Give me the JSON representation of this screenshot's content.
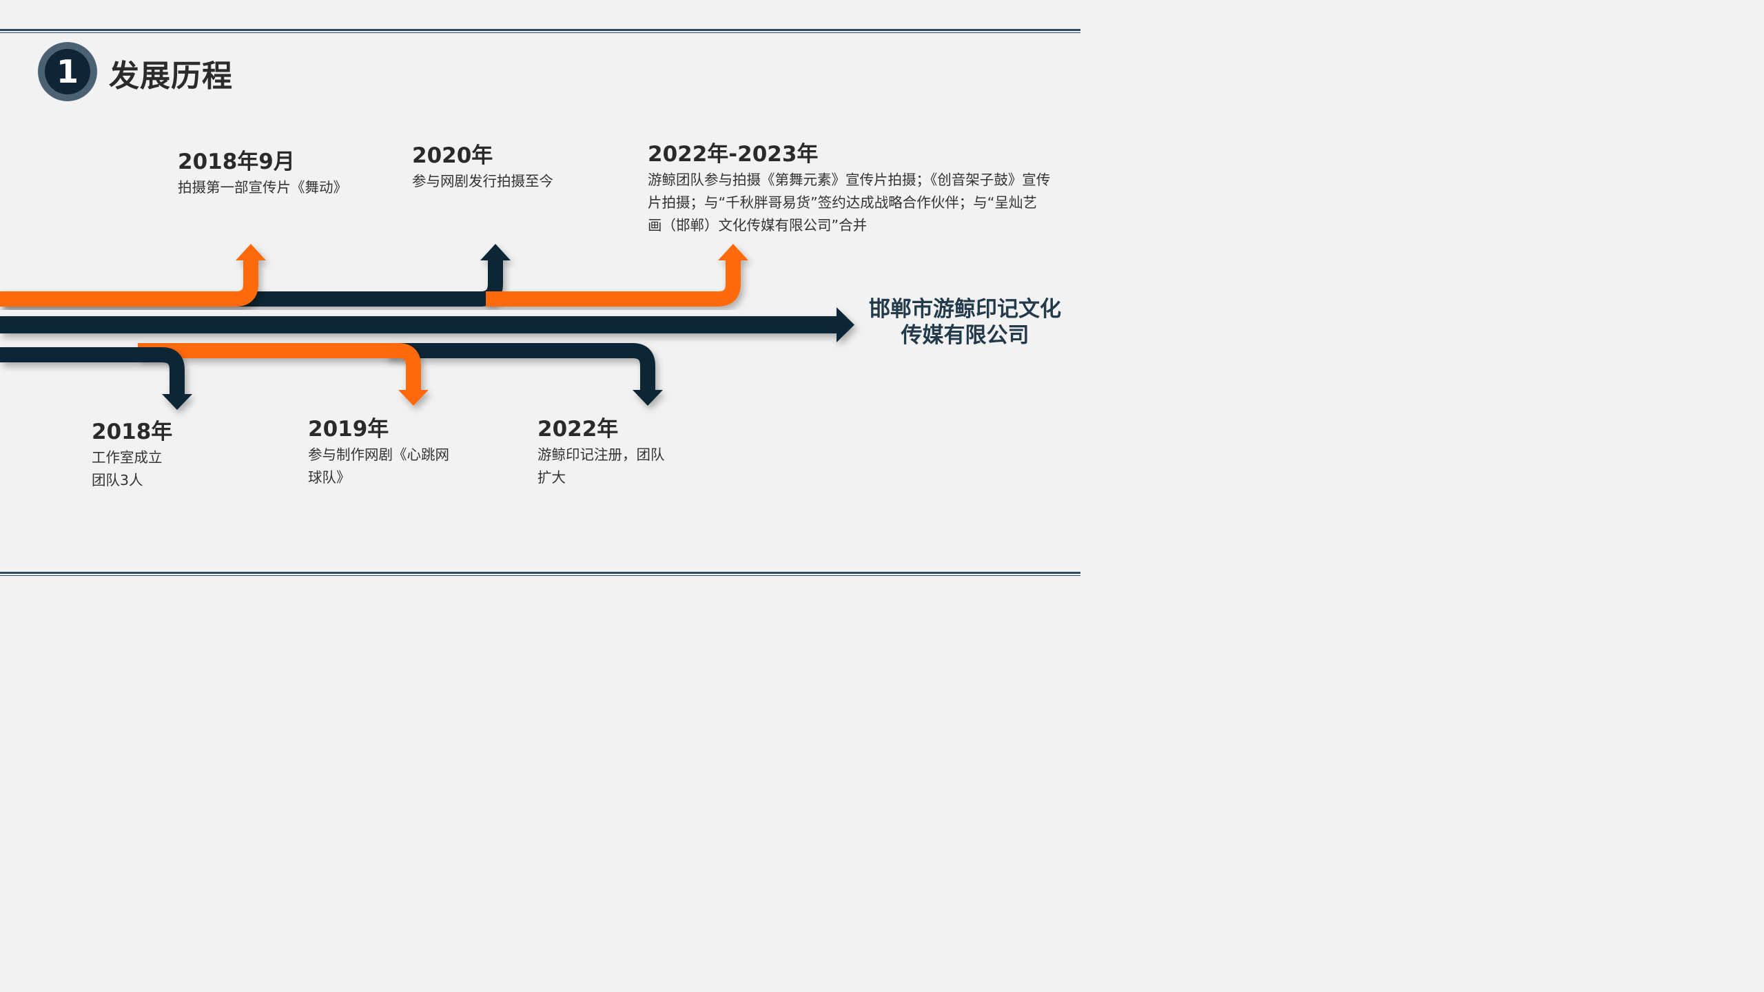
{
  "section": {
    "number": "1",
    "title": "发展历程"
  },
  "company": {
    "line1": "邯郸市游鲸印记文化",
    "line2": "传媒有限公司"
  },
  "events_above": [
    {
      "year": "2018年9月",
      "desc": "拍摄第一部宣传片《舞动》"
    },
    {
      "year": "2020年",
      "desc": "参与网剧发行拍摄至今"
    },
    {
      "year": "2022年-2023年",
      "desc": "游鲸团队参与拍摄《第舞元素》宣传片拍摄；《创音架子鼓》宣传片拍摄；与“千秋胖哥易货”签约达成战略合作伙伴；与“呈灿艺画（邯郸）文化传媒有限公司”合并"
    }
  ],
  "events_below": [
    {
      "year": "2018年",
      "line1": "工作室成立",
      "line2": "团队3人"
    },
    {
      "year": "2019年",
      "line1": "参与制作网剧《心跳网",
      "line2": "球队》"
    },
    {
      "year": "2022年",
      "line1": "游鲸印记注册，团队",
      "line2": "扩大"
    }
  ],
  "colors": {
    "navy": "#0f2535",
    "orange": "#ff6a0c",
    "background": "#f2f2f2"
  }
}
